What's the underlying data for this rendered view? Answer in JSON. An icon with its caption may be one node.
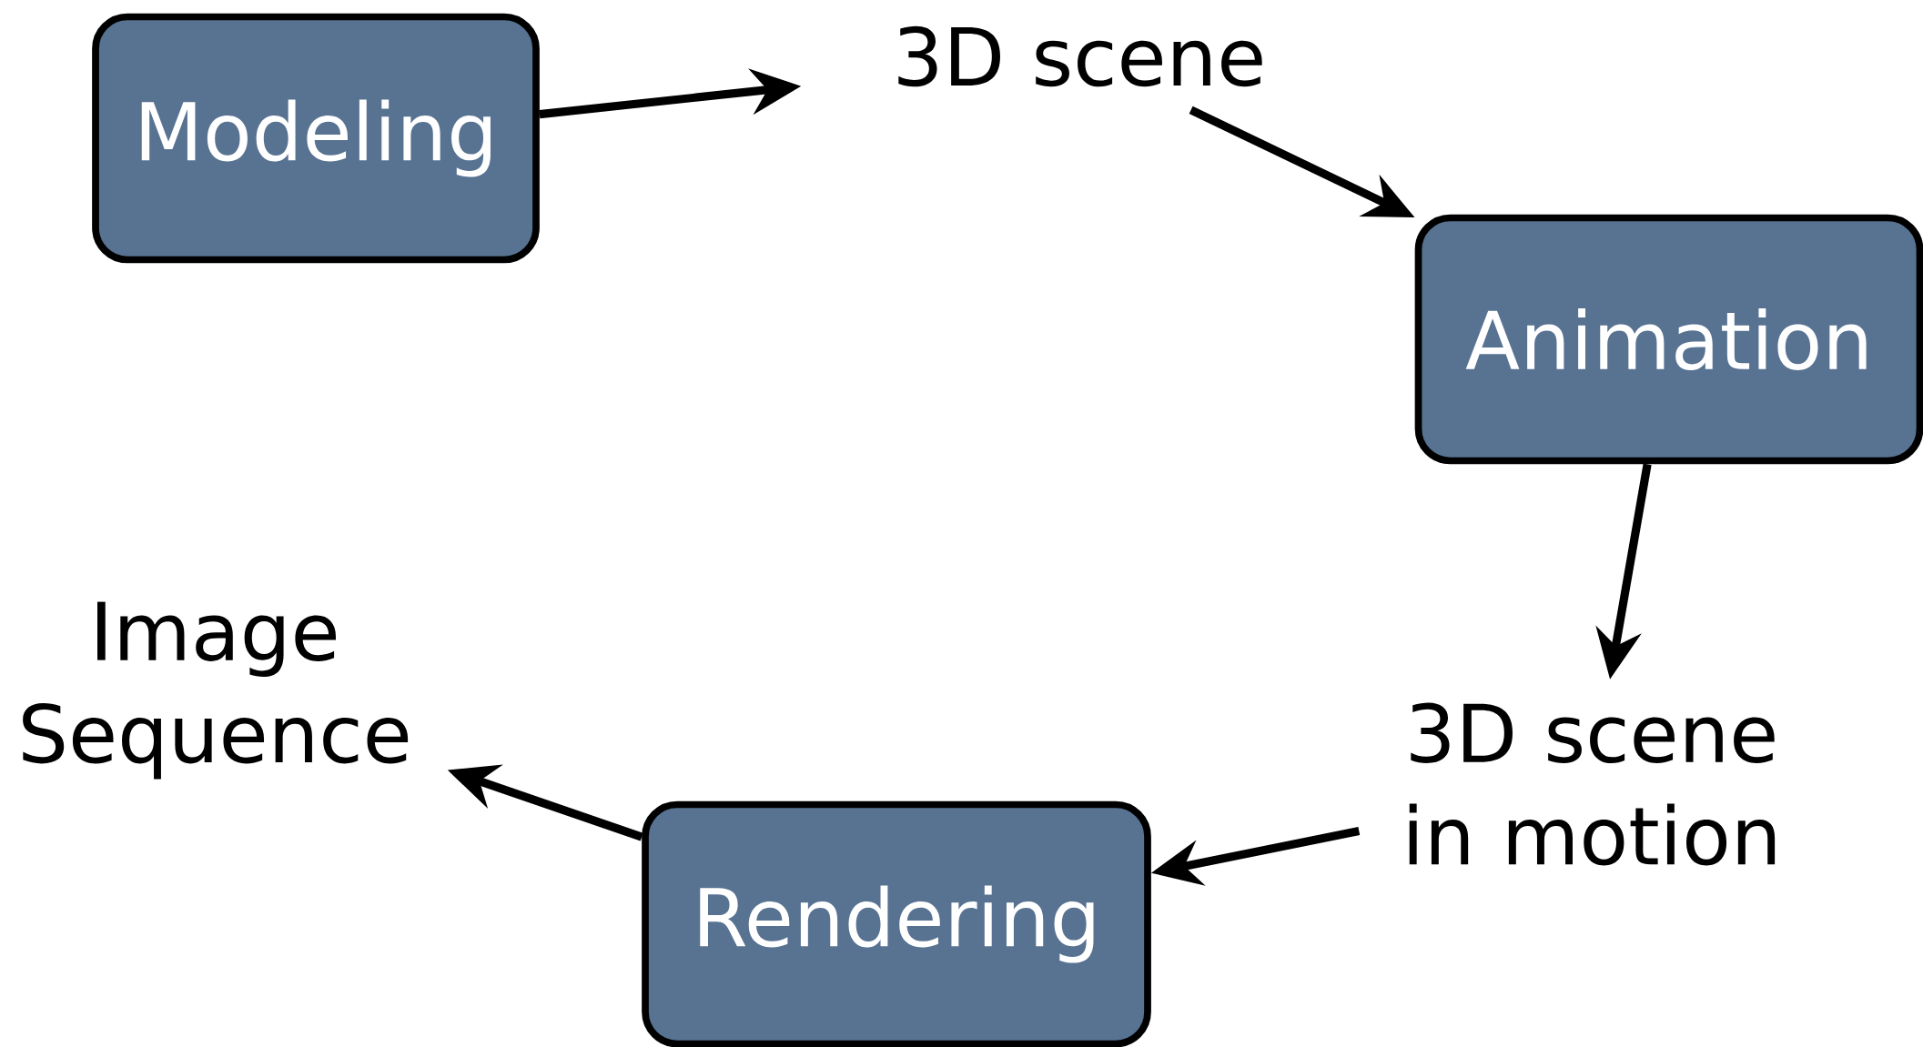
{
  "diagram": {
    "nodes": [
      {
        "text": [
          "Modeling"
        ]
      },
      {
        "text": [
          "3D scene"
        ]
      },
      {
        "text": [
          "Animation"
        ]
      },
      {
        "text": [
          "3D scene in motion"
        ]
      },
      {
        "text": [
          "Rendering"
        ]
      },
      {
        "text": [
          "Image Sequence"
        ]
      }
    ],
    "edges": [
      {
        "from": 0,
        "to": 1,
        "arrow": "to"
      },
      {
        "from": 1,
        "to": 2,
        "arrow": "to"
      },
      {
        "from": 2,
        "to": 3,
        "arrow": "to"
      },
      {
        "from": 3,
        "to": 4,
        "arrow": "to"
      },
      {
        "from": 4,
        "to": 5,
        "arrow": "to"
      }
    ]
  }
}
